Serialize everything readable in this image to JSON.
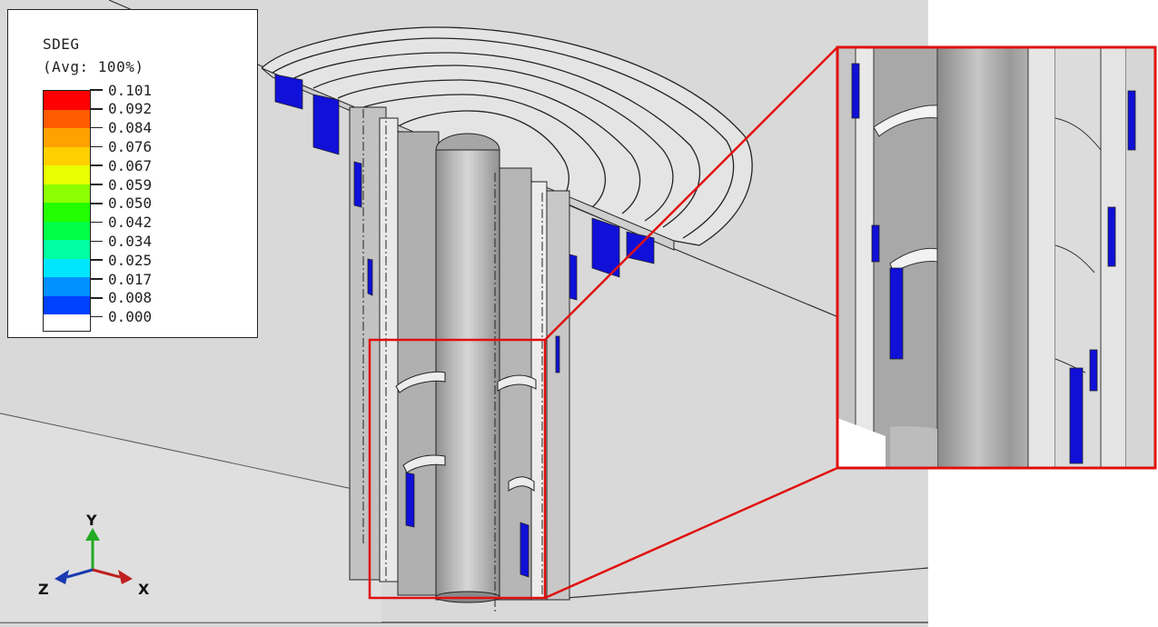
{
  "legend": {
    "variable": "SDEG",
    "averaging": "(Avg: 100%)",
    "levels": [
      "0.101",
      "0.092",
      "0.084",
      "0.076",
      "0.067",
      "0.059",
      "0.050",
      "0.042",
      "0.034",
      "0.025",
      "0.017",
      "0.008",
      "0.000"
    ],
    "colors": [
      "#ff0000",
      "#ff5a00",
      "#ffa200",
      "#ffcf00",
      "#e8ff00",
      "#8cff00",
      "#22ff00",
      "#00ff46",
      "#00ffa0",
      "#00e6ff",
      "#0090ff",
      "#0040ff",
      "#0000ff"
    ]
  },
  "triad": {
    "y": "Y",
    "z": "Z",
    "x": "X"
  },
  "colors": {
    "zoom_frame": "#e01010",
    "background": "#d9d9d9",
    "damage_fill": "#1010d8"
  }
}
